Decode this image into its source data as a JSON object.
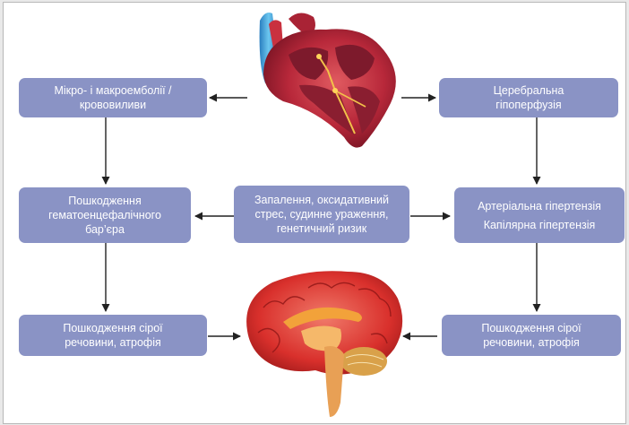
{
  "boxes": {
    "micro_macroemboli": "Мікро- і макроемболії /\nкрововиливи",
    "cerebral_hypoperfusion": "Церебральна\nгіпоперфузія",
    "bbb_damage": "Пошкодження\nгематоенцефалічного\nбар’єра",
    "central_factors": "Запалення, оксидативний\nстрес, судинне ураження,\nгенетичний ризик",
    "arterial_hypertension": "Артеріальна гіпертензія",
    "capillary_hypertension": "Капілярна гіпертензія",
    "gray_matter_left": "Пошкодження сірої\nречовини, атрофія",
    "gray_matter_right": "Пошкодження сірої\nречовини, атрофія"
  },
  "colors": {
    "box_fill": "#8a93c5",
    "box_text": "#ffffff",
    "arrow": "#222222",
    "heart_muscle": "#b8283a",
    "heart_vessel": "#3a9fd9",
    "brain_cortex": "#d9302c",
    "brain_inner": "#f2a23a"
  },
  "icons": [
    "heart-illustration",
    "brain-illustration"
  ]
}
